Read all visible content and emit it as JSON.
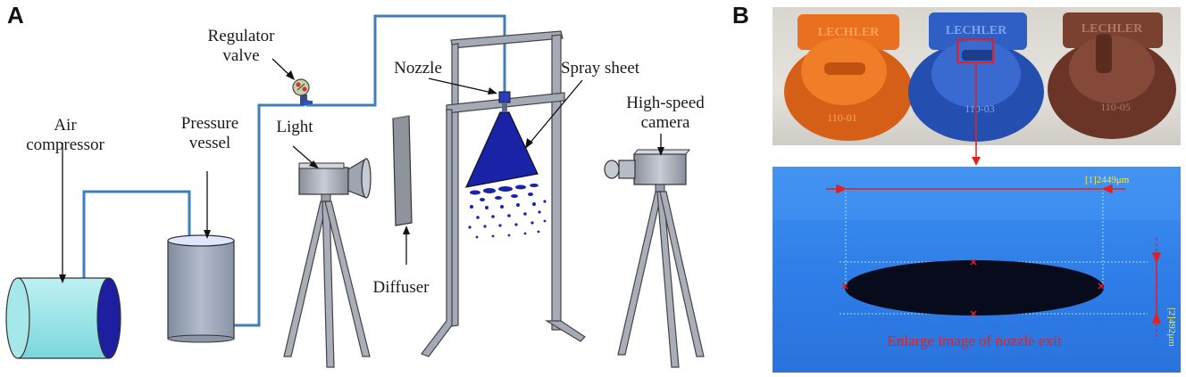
{
  "panels": {
    "a": "A",
    "b": "B"
  },
  "labels": {
    "air_compressor": [
      "Air",
      "compressor"
    ],
    "pressure_vessel": [
      "Pressure",
      "vessel"
    ],
    "regulator_valve": [
      "Regulator",
      "valve"
    ],
    "light": "Light",
    "diffuser": "Diffuser",
    "nozzle": "Nozzle",
    "spray_sheet": "Spray sheet",
    "high_speed_camera": [
      "High-speed",
      "camera"
    ]
  },
  "photo_b": {
    "nozzle_brand": [
      "LECHLER",
      "LECHLER",
      "LECHLER"
    ],
    "nozzle_codes": [
      "110-01",
      "110-03",
      "110-05"
    ],
    "nozzle_colors": [
      "#e8701e",
      "#2f5fc4",
      "#7a4030"
    ],
    "measure_width": "[1]2449μm",
    "measure_height": "[2]492μm",
    "caption": "Enlarge image of nozzle exit"
  },
  "colors": {
    "pipe": "#3f7fb8",
    "spray": "#1a22a8",
    "annotation": "#e32020",
    "measure_text": "#f2e94a"
  }
}
